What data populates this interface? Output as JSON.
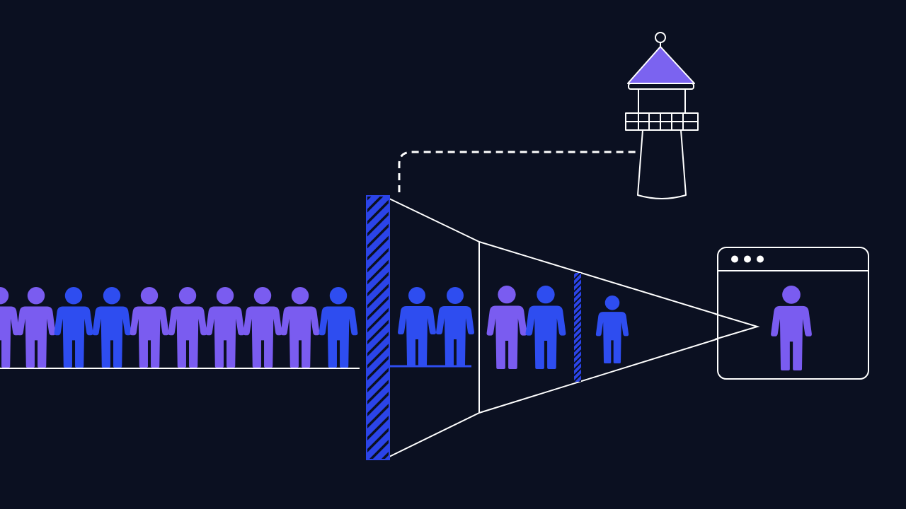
{
  "colors": {
    "background": "#0b1021",
    "line": "#ffffff",
    "person_blue": "#2e4df0",
    "person_purple": "#7a5cf0",
    "gate_blue": "#2b44e8",
    "lighthouse_roof": "#7b63f0"
  },
  "queue": {
    "people": [
      "purple",
      "purple",
      "blue",
      "blue",
      "purple",
      "purple",
      "purple",
      "purple",
      "purple",
      "blue"
    ]
  },
  "funnel": {
    "stage1_people": [
      "blue",
      "blue"
    ],
    "stage2_people": [
      "purple",
      "blue"
    ],
    "stage3_people": [
      "blue"
    ]
  },
  "browser_window": {
    "dots": 3,
    "person": "purple"
  },
  "icons": [
    "person-icon",
    "gate-icon",
    "lighthouse-icon",
    "browser-window-icon"
  ]
}
